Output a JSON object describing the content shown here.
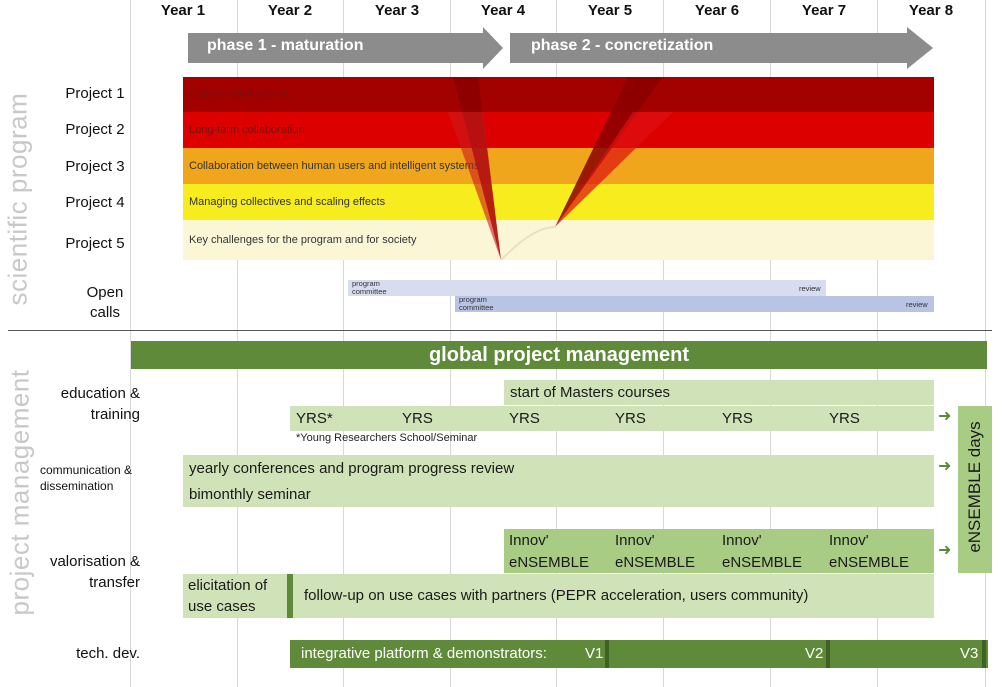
{
  "years": [
    "Year 1",
    "Year 2",
    "Year 3",
    "Year 4",
    "Year 5",
    "Year 6",
    "Year 7",
    "Year 8"
  ],
  "phases": [
    "phase 1 - maturation",
    "phase 2 - concretization"
  ],
  "sections": {
    "scientific": "scientific program",
    "management": "project management"
  },
  "projects": [
    {
      "label": "Project 1",
      "text": "Collaborative agents",
      "color": "#a30000"
    },
    {
      "label": "Project 2",
      "text": "Long-term collaboration",
      "color": "#dc0000"
    },
    {
      "label": "Project 3",
      "text": "Collaboration between human users and intelligent systems",
      "color": "#f0a61c"
    },
    {
      "label": "Project 4",
      "text": "Managing collectives and scaling effects",
      "color": "#f6ec1e"
    },
    {
      "label": "Project 5",
      "text": "Key challenges for the program and for society",
      "color": "#fbf7d6"
    }
  ],
  "open_calls": {
    "label": "Open calls",
    "call_1": {
      "left": "program committee",
      "right": "review"
    },
    "call_2": {
      "left": "program committee",
      "right": "review"
    }
  },
  "global": "global project management",
  "education": {
    "label": "education & training",
    "masters": "start of Masters courses",
    "yrs": [
      "YRS*",
      "YRS",
      "YRS",
      "YRS",
      "YRS",
      "YRS"
    ],
    "footnote": "*Young Researchers School/Seminar"
  },
  "communication": {
    "label": "communication & dissemination",
    "conferences": "yearly conferences and program progress review",
    "seminar": "bimonthly seminar"
  },
  "valorisation": {
    "label": "valorisation & transfer",
    "innov": [
      "Innov' eNSEMBLE",
      "Innov' eNSEMBLE",
      "Innov' eNSEMBLE",
      "Innov' eNSEMBLE"
    ],
    "elicitation": "elicitation of use cases",
    "followup": "follow-up on use cases with partners (PEPR acceleration, users community)"
  },
  "ensemble_days": "eNSEMBLE days",
  "tech": {
    "label": "tech. dev.",
    "platform": "integrative platform & demonstrators:",
    "v1": "V1",
    "v2": "V2",
    "v3": "V3"
  },
  "colors": {
    "green_dark": "#5f8a3a",
    "green_light": "#cfe2b8",
    "phase_arrow": "#8c8c8c"
  }
}
